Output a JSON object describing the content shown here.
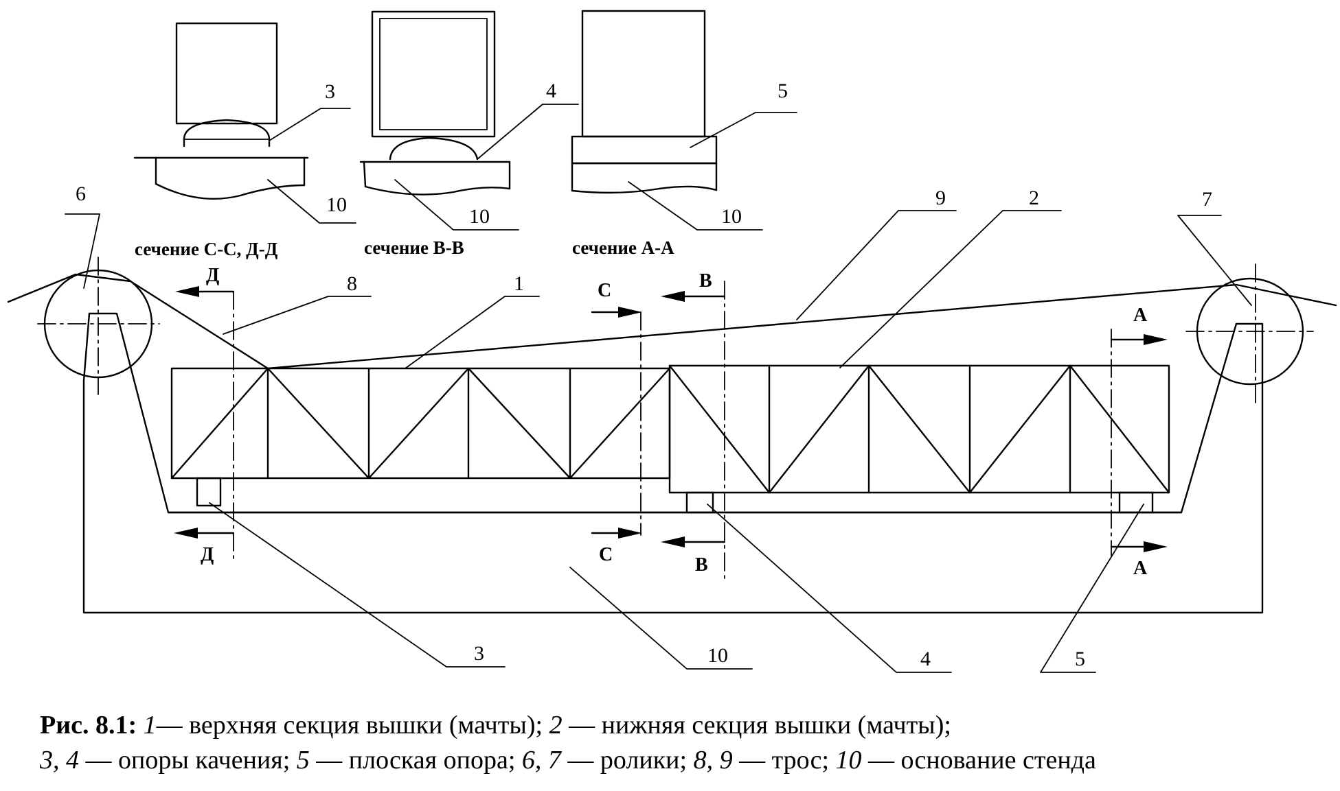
{
  "diagram": {
    "sections": {
      "cd": {
        "title": "сечение С-С, Д-Д",
        "support_label": "3",
        "base_label": "10"
      },
      "bb": {
        "title": "сечение В-В",
        "support_label": "4",
        "base_label": "10"
      },
      "aa": {
        "title": "сечение А-А",
        "support_label": "5",
        "base_label": "10"
      }
    },
    "part_labels": {
      "roller_left": "6",
      "roller_right": "7",
      "cable_8": "8",
      "cable_9": "9",
      "upper_section": "1",
      "lower_section": "2",
      "support_3": "3",
      "base": "10",
      "support_4": "4",
      "support_5": "5"
    },
    "cut_markers": {
      "dd_top": "Д",
      "dd_bottom": "Д",
      "cc_top": "С",
      "cc_bottom": "С",
      "bb_top": "В",
      "bb_bottom": "В",
      "aa_top": "А",
      "aa_bottom": "А"
    }
  },
  "caption": {
    "line1": {
      "fig_label": "Рис. 8.1:",
      "n1": "1",
      "t1": "— верхняя секция вышки (мачты);",
      "n2": "2",
      "t2": " — нижняя секция вышки (мачты);"
    },
    "line2": {
      "n3": "3, 4",
      "t3": " — опоры качения;",
      "n4": "5",
      "t4": " — плоская опора;",
      "n5": "6, 7",
      "t5": " — ролики;",
      "n6": "8, 9",
      "t6": " — трос;",
      "n7": "10",
      "t7": " — основание стенда"
    }
  }
}
